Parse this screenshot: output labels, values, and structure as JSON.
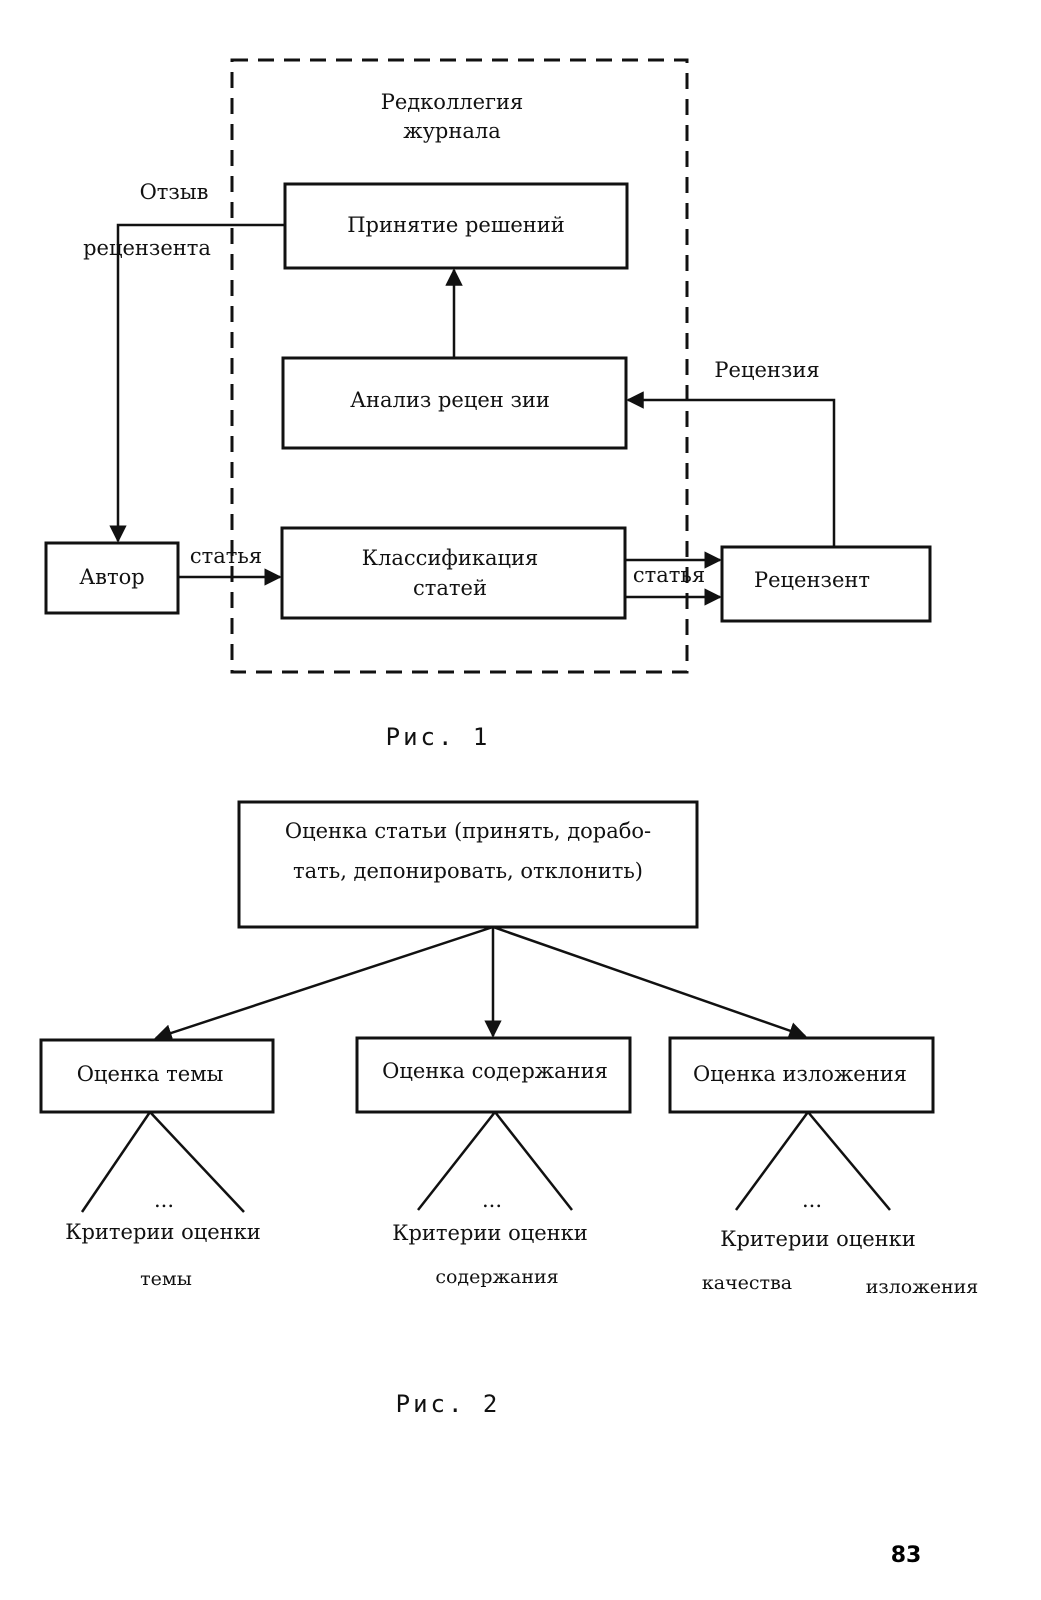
{
  "figure1": {
    "editorial_board": [
      "Редколлегия",
      "журнала"
    ],
    "decision_box": "Принятие решений",
    "analysis_box": "Анализ рецен зии",
    "classification_box": [
      "Классификация",
      "статей"
    ],
    "author_box": "Автор",
    "reviewer_box": "Рецензент",
    "review_feedback_label": [
      "Отзыв",
      "рецензента"
    ],
    "review_label": "Рецензия",
    "article_label_left": "статья",
    "article_label_right": "статья",
    "caption": "Рис. 1"
  },
  "figure2": {
    "root_box": [
      "Оценка статьи (принять, дорабо-",
      "тать, депонировать, отклонить)"
    ],
    "topic_box": "Оценка темы",
    "content_box": "Оценка содержания",
    "presentation_box": "Оценка изложения",
    "ellipsis": "...",
    "topic_criteria": [
      "Критерии оценки",
      "темы"
    ],
    "content_criteria": [
      "Критерии оценки",
      "содержания"
    ],
    "presentation_criteria": [
      "Критерии оценки",
      "качества",
      "изложения"
    ],
    "caption": "Рис. 2"
  },
  "page_number": "83"
}
